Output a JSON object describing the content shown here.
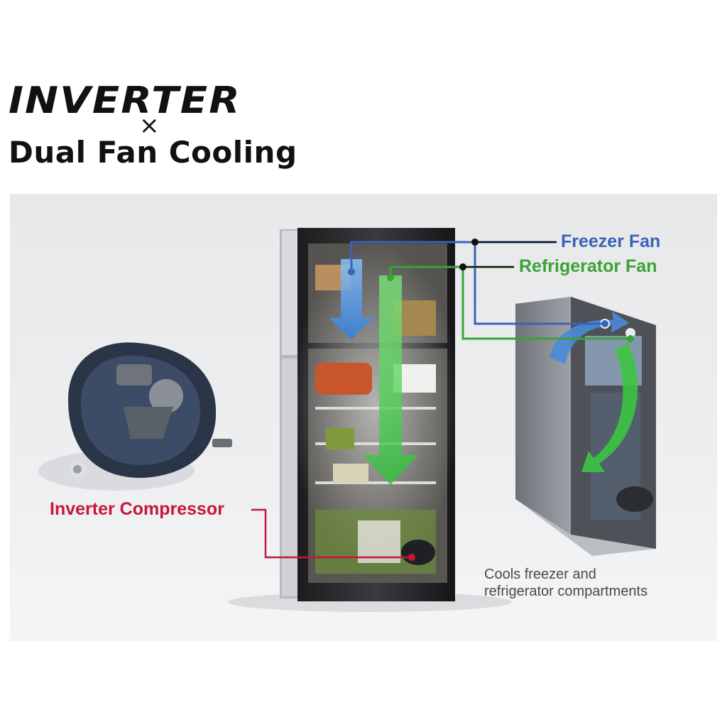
{
  "title": {
    "line1": "INVERTER",
    "times": "×",
    "line2": "Dual Fan Cooling"
  },
  "labels": {
    "freezer_fan": "Freezer Fan",
    "refrigerator_fan": "Refrigerator Fan",
    "inverter_compressor": "Inverter Compressor"
  },
  "caption": {
    "line1": "Cools freezer and",
    "line2": "refrigerator compartments"
  },
  "colors": {
    "freezer": "#3a63b8",
    "refrigerator": "#3aa335",
    "compressor": "#c8163a"
  }
}
